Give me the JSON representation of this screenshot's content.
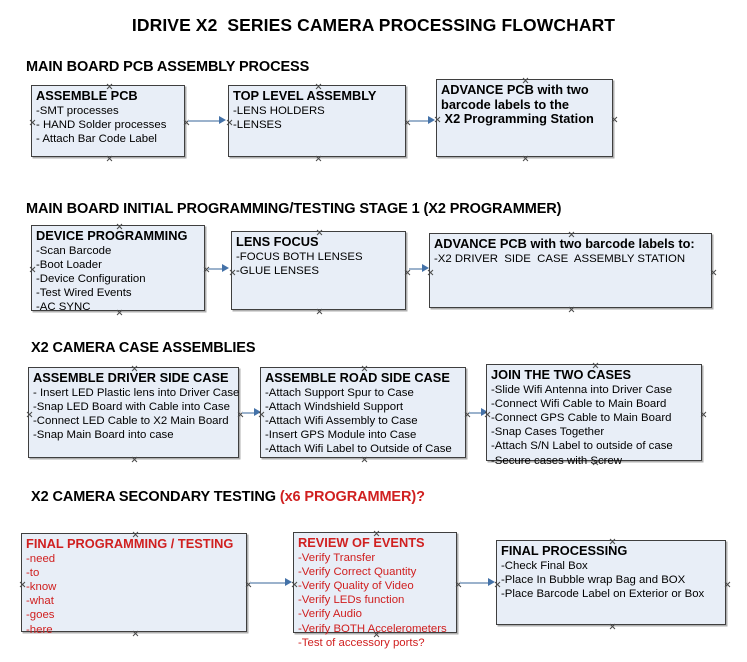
{
  "document": {
    "title": "IDRIVE X2  SERIES CAMERA PROCESSING FLOWCHART"
  },
  "colors": {
    "box_fill": "#e8eef7",
    "box_border": "#3f3f3f",
    "connector": "#9bb2cc",
    "arrow": "#4472a8",
    "accent_red": "#d02020",
    "text": "#000000"
  },
  "sections": [
    {
      "id": "main-board-pcb-assembly-process",
      "heading": "MAIN BOARD PCB ASSEMBLY PROCESS",
      "heading_accent": "",
      "boxes": [
        {
          "id": "assemble-pcb",
          "title": "ASSEMBLE PCB",
          "lines": [
            "-SMT processes",
            "- HAND Solder processes",
            "- Attach Bar Code Label"
          ]
        },
        {
          "id": "top-level-assembly",
          "title": "TOP LEVEL ASSEMBLY",
          "lines": [
            "-LENS HOLDERS",
            "-LENSES"
          ]
        },
        {
          "id": "advance-pcb-to-x2-programming-station",
          "title": "ADVANCE PCB with two",
          "lines": [
            "barcode labels to the",
            " X2 Programming Station"
          ]
        }
      ]
    },
    {
      "id": "main-board-initial-programming-testing-stage-1",
      "heading": "MAIN BOARD INITIAL PROGRAMMING/TESTING STAGE 1 (X2 PROGRAMMER)",
      "heading_accent": "",
      "boxes": [
        {
          "id": "device-programming",
          "title": "DEVICE PROGRAMMING",
          "lines": [
            "-Scan Barcode",
            "-Boot Loader",
            "-Device Configuration",
            "-Test Wired Events",
            "-AC SYNC"
          ]
        },
        {
          "id": "lens-focus",
          "title": "LENS FOCUS",
          "lines": [
            "-FOCUS BOTH LENSES",
            "-GLUE LENSES"
          ]
        },
        {
          "id": "advance-pcb-to-driver-side-case-assembly",
          "title": "ADVANCE PCB with two barcode labels to:",
          "lines": [
            "-X2 DRIVER  SIDE  CASE  ASSEMBLY STATION"
          ]
        }
      ]
    },
    {
      "id": "x2-camera-case-assemblies",
      "heading": "X2 CAMERA CASE ASSEMBLIES",
      "heading_accent": "",
      "boxes": [
        {
          "id": "assemble-driver-side-case",
          "title": "ASSEMBLE DRIVER SIDE CASE",
          "lines": [
            "- Insert LED Plastic lens into Driver Case",
            "-Snap LED Board with Cable into Case",
            "-Connect LED Cable to X2 Main Board",
            "-Snap Main Board into case"
          ]
        },
        {
          "id": "assemble-road-side-case",
          "title": "ASSEMBLE ROAD SIDE CASE",
          "lines": [
            "-Attach Support Spur to Case",
            "-Attach Windshield Support",
            "-Attach Wifi Assembly to Case",
            "-Insert GPS Module into Case",
            "-Attach Wifi Label to Outside of Case"
          ]
        },
        {
          "id": "join-the-two-cases",
          "title": "JOIN THE TWO CASES",
          "lines": [
            "-Slide Wifi Antenna into Driver Case",
            "-Connect Wifi Cable to Main Board",
            "-Connect GPS Cable to Main Board",
            "-Snap Cases Together",
            "-Attach S/N Label to outside of case",
            "-Secure cases with Screw"
          ]
        }
      ]
    },
    {
      "id": "x2-camera-secondary-testing",
      "heading": "X2 CAMERA SECONDARY TESTING ",
      "heading_accent": "(x6 PROGRAMMER)?",
      "boxes": [
        {
          "id": "final-programming-testing",
          "title": "FINAL PROGRAMMING / TESTING",
          "lines": [
            "-need",
            "-to",
            "-know",
            "-what",
            "-goes",
            "-here"
          ]
        },
        {
          "id": "review-of-events",
          "title": "REVIEW OF EVENTS",
          "lines": [
            "-Verify Transfer",
            "-Verify Correct Quantity",
            "-Verify Quality of Video",
            "-Verify LEDs function",
            "-Verify Audio",
            "-Verify BOTH Accelerometers",
            "-Test of accessory ports?"
          ]
        },
        {
          "id": "final-processing",
          "title": "FINAL PROCESSING",
          "lines": [
            "-Check Final Box",
            "-Place In Bubble wrap Bag and BOX",
            "-Place Barcode Label on Exterior or Box"
          ]
        }
      ]
    }
  ]
}
